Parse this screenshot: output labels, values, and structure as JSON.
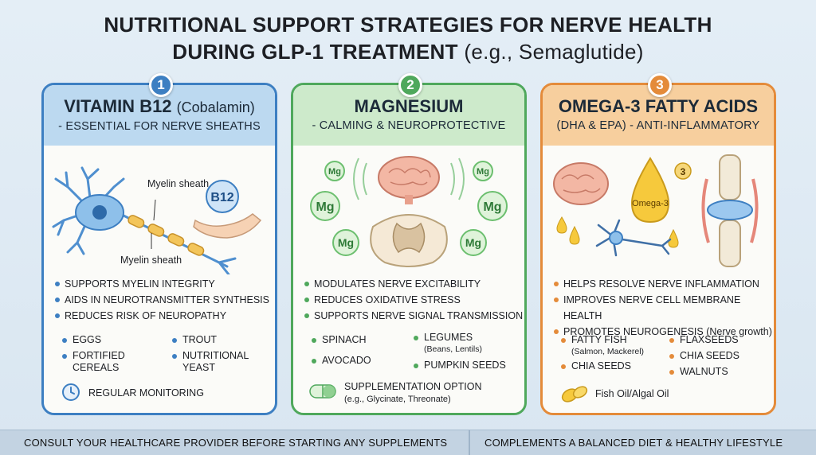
{
  "header": {
    "title_line1": "NUTRITIONAL SUPPORT STRATEGIES FOR NERVE HEALTH",
    "title_line2": "DURING GLP-1 TREATMENT",
    "title_line2_sub": "(e.g., Semaglutide)"
  },
  "cards": [
    {
      "number": "1",
      "title": "VITAMIN B12",
      "title_sub": "(Cobalamin)",
      "subtitle": "- ESSENTIAL FOR NERVE SHEATHS",
      "illustration_labels": [
        "Myelin sheath",
        "Myelin sheath",
        "B12"
      ],
      "bullets": [
        "SUPPORTS MYELIN INTEGRITY",
        "AIDS IN NEUROTRANSMITTER SYNTHESIS",
        "REDUCES RISK OF NEUROPATHY"
      ],
      "foods": [
        "EGGS",
        "TROUT",
        "FORTIFIED CEREALS",
        "NUTRITIONAL YEAST"
      ],
      "extra": "REGULAR MONITORING",
      "extra_icon": "clock-icon",
      "color": "#3d7fc2"
    },
    {
      "number": "2",
      "title": "MAGNESIUM",
      "subtitle": "- CALMING & NEUROPROTECTIVE",
      "illustration_labels": [
        "Mg",
        "Mg",
        "Mg",
        "Mg",
        "Mg",
        "Mg"
      ],
      "bullets": [
        "MODULATES NERVE EXCITABILITY",
        "REDUCES OXIDATIVE STRESS",
        "SUPPORTS NERVE SIGNAL TRANSMISSION"
      ],
      "foods": [
        "SPINACH",
        "LEGUMES",
        "(Beans, Lentils)",
        "AVOCADO",
        "PUMPKIN SEEDS"
      ],
      "extra": "SUPPLEMENTATION OPTION",
      "extra_note": "(e.g., Glycinate, Threonate)",
      "extra_icon": "capsule-icon",
      "color": "#4fa85c"
    },
    {
      "number": "3",
      "title": "OMEGA-3 FATTY ACIDS",
      "subtitle": "(DHA & EPA) - ANTI-INFLAMMATORY",
      "illustration_labels": [
        "Omega-3",
        "3"
      ],
      "bullets": [
        "HELPS RESOLVE NERVE INFLAMMATION",
        "IMPROVES NERVE CELL MEMBRANE HEALTH",
        "PROMOTES NEUROGENESIS",
        "(Nerve growth)"
      ],
      "foods": [
        "FATTY FISH",
        "(Salmon, Mackerel)",
        "FLAXSEEDS",
        "CHIA SEEDS",
        "CHIA SEEDS",
        "WALNUTS"
      ],
      "extra": "Fish Oil/Algal Oil",
      "extra_icon": "fish-oil-capsule-icon",
      "color": "#e48b3a"
    }
  ],
  "footer": {
    "left": "CONSULT YOUR HEALTHCARE PROVIDER BEFORE STARTING ANY SUPPLEMENTS",
    "right": "COMPLEMENTS A BALANCED DIET & HEALTHY LIFESTYLE"
  }
}
